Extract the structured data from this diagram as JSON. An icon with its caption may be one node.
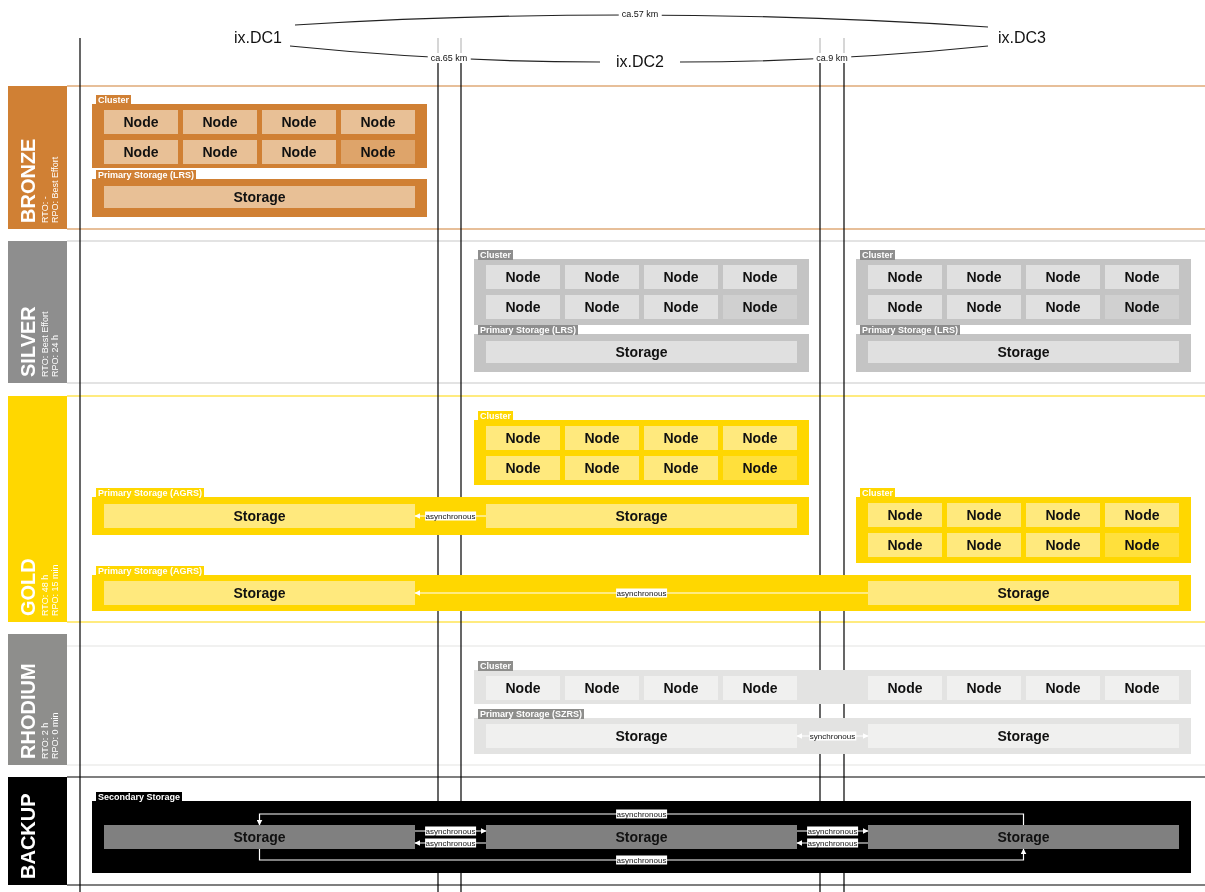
{
  "diagram": {
    "nodes": [
      {
        "text": [
          "BRONZE",
          "RTO: -",
          "RPO: Best Effort"
        ]
      },
      {
        "text": [
          "Cluster"
        ]
      },
      {
        "text": [
          "Node"
        ],
        "in": 1
      },
      {
        "text": [
          "Node"
        ],
        "in": 1
      },
      {
        "text": [
          "Node"
        ],
        "in": 1
      },
      {
        "text": [
          "Node"
        ],
        "in": 1
      },
      {
        "text": [
          "Node"
        ],
        "in": 1
      },
      {
        "text": [
          "Node"
        ],
        "in": 1
      },
      {
        "text": [
          "Node"
        ],
        "in": 1
      },
      {
        "text": [
          "Node"
        ],
        "in": 1
      },
      {
        "text": [
          "Primary Storage (LRS)"
        ]
      },
      {
        "text": [
          "Storage"
        ],
        "in": 10
      },
      {
        "text": [
          "SILVER",
          "RTO: Best Effort",
          "RPO: 24 h"
        ]
      },
      {
        "text": [
          "Cluster"
        ]
      },
      {
        "text": [
          "Node"
        ],
        "in": 13
      },
      {
        "text": [
          "Node"
        ],
        "in": 13
      },
      {
        "text": [
          "Node"
        ],
        "in": 13
      },
      {
        "text": [
          "Node"
        ],
        "in": 13
      },
      {
        "text": [
          "Node"
        ],
        "in": 13
      },
      {
        "text": [
          "Node"
        ],
        "in": 13
      },
      {
        "text": [
          "Node"
        ],
        "in": 13
      },
      {
        "text": [
          "Node"
        ],
        "in": 13
      },
      {
        "text": [
          "Primary Storage (LRS)"
        ]
      },
      {
        "text": [
          "Storage"
        ],
        "in": 22
      },
      {
        "text": [
          "Cluster"
        ]
      },
      {
        "text": [
          "Node"
        ],
        "in": 24
      },
      {
        "text": [
          "Node"
        ],
        "in": 24
      },
      {
        "text": [
          "Node"
        ],
        "in": 24
      },
      {
        "text": [
          "Node"
        ],
        "in": 24
      },
      {
        "text": [
          "Node"
        ],
        "in": 24
      },
      {
        "text": [
          "Node"
        ],
        "in": 24
      },
      {
        "text": [
          "Node"
        ],
        "in": 24
      },
      {
        "text": [
          "Node"
        ],
        "in": 24
      },
      {
        "text": [
          "Primary Storage (LRS)"
        ]
      },
      {
        "text": [
          "Storage"
        ],
        "in": 33
      },
      {
        "text": [
          "GOLD",
          "RTO: 48 h",
          "RPO: 15 min"
        ]
      },
      {
        "text": [
          "Cluster"
        ]
      },
      {
        "text": [
          "Node"
        ],
        "in": 36
      },
      {
        "text": [
          "Node"
        ],
        "in": 36
      },
      {
        "text": [
          "Node"
        ],
        "in": 36
      },
      {
        "text": [
          "Node"
        ],
        "in": 36
      },
      {
        "text": [
          "Node"
        ],
        "in": 36
      },
      {
        "text": [
          "Node"
        ],
        "in": 36
      },
      {
        "text": [
          "Node"
        ],
        "in": 36
      },
      {
        "text": [
          "Node"
        ],
        "in": 36
      },
      {
        "text": [
          "Primary Storage (AGRS)"
        ]
      },
      {
        "text": [
          "Storage"
        ],
        "in": 45
      },
      {
        "text": [
          "Storage"
        ],
        "in": 45
      },
      {
        "text": [
          "Cluster"
        ]
      },
      {
        "text": [
          "Node"
        ],
        "in": 48
      },
      {
        "text": [
          "Node"
        ],
        "in": 48
      },
      {
        "text": [
          "Node"
        ],
        "in": 48
      },
      {
        "text": [
          "Node"
        ],
        "in": 48
      },
      {
        "text": [
          "Node"
        ],
        "in": 48
      },
      {
        "text": [
          "Node"
        ],
        "in": 48
      },
      {
        "text": [
          "Node"
        ],
        "in": 48
      },
      {
        "text": [
          "Node"
        ],
        "in": 48
      },
      {
        "text": [
          "Primary Storage (AGRS)"
        ]
      },
      {
        "text": [
          "Storage"
        ],
        "in": 57
      },
      {
        "text": [
          "Storage"
        ],
        "in": 57
      },
      {
        "text": [
          "RHODIUM",
          "RTO: 2 h",
          "RPO: 0 min"
        ]
      },
      {
        "text": [
          "Cluster"
        ]
      },
      {
        "text": [
          "Node"
        ],
        "in": 61
      },
      {
        "text": [
          "Node"
        ],
        "in": 61
      },
      {
        "text": [
          "Node"
        ],
        "in": 61
      },
      {
        "text": [
          "Node"
        ],
        "in": 61
      },
      {
        "text": [
          "Node"
        ],
        "in": 61
      },
      {
        "text": [
          "Node"
        ],
        "in": 61
      },
      {
        "text": [
          "Node"
        ],
        "in": 61
      },
      {
        "text": [
          "Node"
        ],
        "in": 61
      },
      {
        "text": [
          "Primary Storage (SZRS)"
        ]
      },
      {
        "text": [
          "Storage"
        ],
        "in": 70
      },
      {
        "text": [
          "Storage"
        ],
        "in": 70
      },
      {
        "text": [
          "BACKUP"
        ]
      },
      {
        "text": [
          "Secondary Storage"
        ]
      },
      {
        "text": [
          "Storage"
        ],
        "in": 74
      },
      {
        "text": [
          "Storage"
        ],
        "in": 74
      },
      {
        "text": [
          "Storage"
        ],
        "in": 74
      }
    ],
    "edges": [
      {
        "from": 47,
        "to": 46,
        "arrow": "to",
        "label": "asynchronous"
      },
      {
        "from": 59,
        "to": 58,
        "arrow": "to",
        "label": "asynchronous"
      },
      {
        "from": 71,
        "to": 72,
        "arrow": "both",
        "label": "synchronous"
      },
      {
        "from": 75,
        "to": 76,
        "arrow": "to",
        "label": "asynchronous"
      },
      {
        "from": 76,
        "to": 75,
        "arrow": "to",
        "label": "asynchronous"
      },
      {
        "from": 76,
        "to": 77,
        "arrow": "to",
        "label": "asynchronous"
      },
      {
        "from": 77,
        "to": 76,
        "arrow": "to",
        "label": "asynchronous"
      },
      {
        "from": 77,
        "to": 75,
        "arrow": "to",
        "label": "asynchronous"
      },
      {
        "from": 75,
        "to": 77,
        "arrow": "to",
        "label": "asynchronous"
      }
    ],
    "labels": [
      "ca.57 km",
      "ix.DC1",
      "ix.DC3",
      "ca.65 km",
      "ix.DC2",
      "ca.9 km"
    ]
  }
}
